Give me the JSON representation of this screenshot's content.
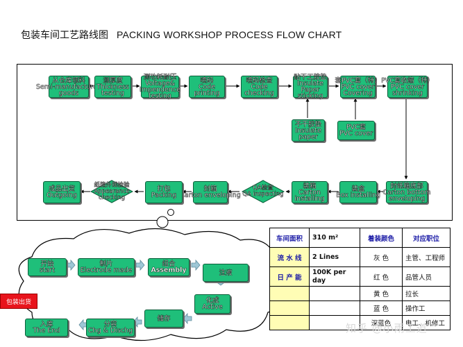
{
  "title": {
    "cn": "包装车间工艺路线图",
    "en": "PACKING WORKSHOP PROCESS FLOW CHART"
  },
  "flow": {
    "top": [
      {
        "cn": "从仓库领料",
        "en": [
          "Semi-manufactured",
          "goods"
        ]
      },
      {
        "cn": "测厚度",
        "en": [
          "Thickness",
          "testing"
        ]
      },
      {
        "cn": "测功耗耐压",
        "en": [
          "Voltage&",
          "Impendence",
          "testing"
        ]
      },
      {
        "cn": "喷码",
        "en": [
          "Code",
          "printing"
        ]
      },
      {
        "cn": "喷码检查",
        "en": [
          "Code",
          "checking"
        ]
      },
      {
        "cn": "贴干工胶垫",
        "en": [
          "Insulate",
          "Paper",
          "sticking"
        ]
      },
      {
        "cn": "套PVC套（特）",
        "en": [
          "PVC cover",
          "Covering"
        ]
      },
      {
        "cn": "PVC套收缩（特）",
        "en": [
          "PVC cover",
          "shrinking"
        ]
      }
    ],
    "aux": [
      {
        "cn": "不干胶垫",
        "en": [
          "Insulate",
          "paper"
        ]
      },
      {
        "cn": "PVC套",
        "en": [
          "PVC cover"
        ]
      }
    ],
    "bottom": [
      {
        "cn": "封纸箱底部",
        "en": [
          "Carton bottom",
          "enveloping"
        ]
      },
      {
        "cn": "装盒",
        "en": [
          "Box installing"
        ]
      },
      {
        "cn": "装箱",
        "en": [
          "Carton",
          "installing"
        ]
      },
      {
        "cn": "QA检查",
        "en": [
          "QA inspecting"
        ]
      },
      {
        "cn": "封箱",
        "en": [
          "Carton enveloping"
        ]
      },
      {
        "cn": "打包",
        "en": [
          "Packing"
        ]
      },
      {
        "cn": "纸箱外观检验",
        "en": [
          "Appearance",
          "checking"
        ]
      },
      {
        "cn": "成品出货",
        "en": [
          "Outgoing"
        ]
      }
    ]
  },
  "cycle": {
    "start": {
      "cn": "开始",
      "en": "start"
    },
    "electrode": {
      "cn": "制片",
      "en": "Electrode made"
    },
    "assembly": {
      "cn": "组合",
      "en": "Assembly"
    },
    "inject": {
      "cn": "注液"
    },
    "active": {
      "cn": "化成",
      "en": "Active"
    },
    "storage": {
      "cn": "储存"
    },
    "sort": {
      "cn": "分容",
      "en": "Chg & Dischg"
    },
    "end": {
      "cn": "入库",
      "en": "The End"
    },
    "ship": "包装出货"
  },
  "table": {
    "headers": [
      "车间面积",
      "310 m²",
      "着装颜色",
      "对应职位"
    ],
    "rows": [
      [
        "流 水 线",
        "2  Lines",
        "灰  色",
        "主管、工程师"
      ],
      [
        "日 产 能",
        "100K per day",
        "红  色",
        "品管人员"
      ],
      [
        "",
        "",
        "黄  色",
        "拉长"
      ],
      [
        "",
        "",
        "蓝  色",
        "操作工"
      ],
      [
        "",
        "",
        "深蓝色",
        "电工、机修工"
      ]
    ]
  },
  "watermark": "知乎 @小雨工道",
  "colors": {
    "box_fill": "#1fbf7a",
    "box_border": "#0b5e3a",
    "arrow_fill": "#9ec7d6",
    "ship_red": "#e8141c"
  }
}
